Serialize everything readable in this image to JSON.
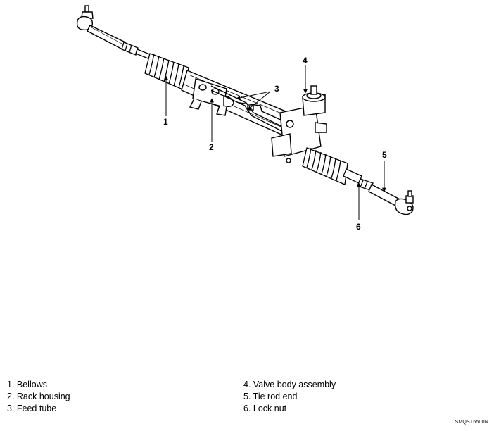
{
  "callouts": [
    "1",
    "2",
    "3",
    "4",
    "5",
    "6"
  ],
  "legend": {
    "left": [
      "1. Bellows",
      "2. Rack housing",
      "3. Feed tube"
    ],
    "right": [
      "4. Valve body assembly",
      "5. Tie rod end",
      "6. Lock nut"
    ]
  },
  "figure_code": "SMQST6500N"
}
